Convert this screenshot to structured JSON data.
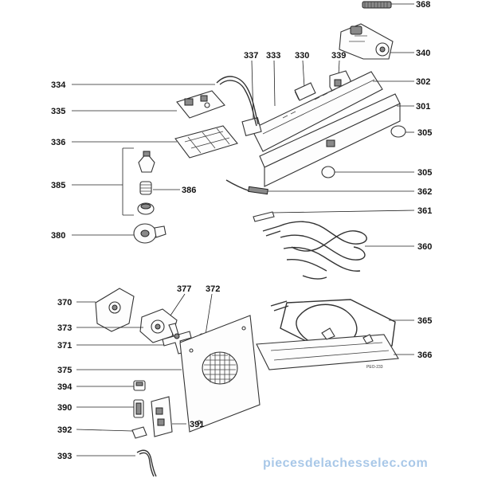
{
  "watermark": "piecesdelachesselec.com",
  "drawing_code": "PEO-233",
  "labels": {
    "p368": "368",
    "p340": "340",
    "p337": "337",
    "p333": "333",
    "p330": "330",
    "p339": "339",
    "p334": "334",
    "p302": "302",
    "p335": "335",
    "p301": "301",
    "p336": "336",
    "p305a": "305",
    "p305b": "305",
    "p385": "385",
    "p386": "386",
    "p362": "362",
    "p361": "361",
    "p380": "380",
    "p360": "360",
    "p370": "370",
    "p377": "377",
    "p372": "372",
    "p373": "373",
    "p365": "365",
    "p371": "371",
    "p366": "366",
    "p375": "375",
    "p394": "394",
    "p390": "390",
    "p391": "391",
    "p392": "392",
    "p393": "393"
  }
}
